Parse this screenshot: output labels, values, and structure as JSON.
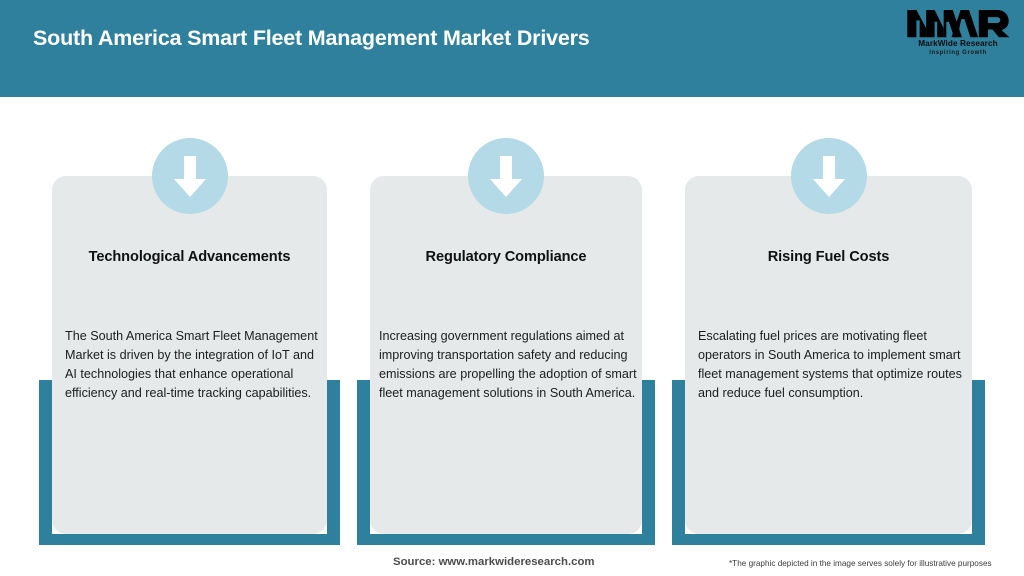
{
  "header": {
    "title": "South America Smart Fleet Management Market Drivers",
    "background_color": "#2F809C",
    "title_color": "#FFFFFF"
  },
  "logo": {
    "mark": "MWR",
    "name": "MarkWide Research",
    "tagline": "Inspiring Growth"
  },
  "cards": [
    {
      "icon": "down-arrow-icon",
      "title": "Technological Advancements",
      "body": "The South America Smart Fleet Management Market is driven by the integration of IoT and AI technologies that enhance operational efficiency and real-time tracking capabilities."
    },
    {
      "icon": "down-arrow-icon",
      "title": "Regulatory Compliance",
      "body": "Increasing government regulations aimed at improving transportation safety and reducing emissions are propelling the adoption of smart fleet management solutions in South America."
    },
    {
      "icon": "down-arrow-icon",
      "title": "Rising Fuel Costs",
      "body": "Escalating fuel prices are motivating fleet operators in South America to implement smart fleet management systems that optimize routes and reduce fuel consumption."
    }
  ],
  "footer": {
    "source": "Source: www.markwideresearch.com",
    "disclaimer": "*The graphic depicted in the image serves solely for illustrative purposes"
  },
  "colors": {
    "accent_teal": "#2F809C",
    "badge_blue": "#B3DAE6",
    "card_gray": "#E5E9EA"
  }
}
